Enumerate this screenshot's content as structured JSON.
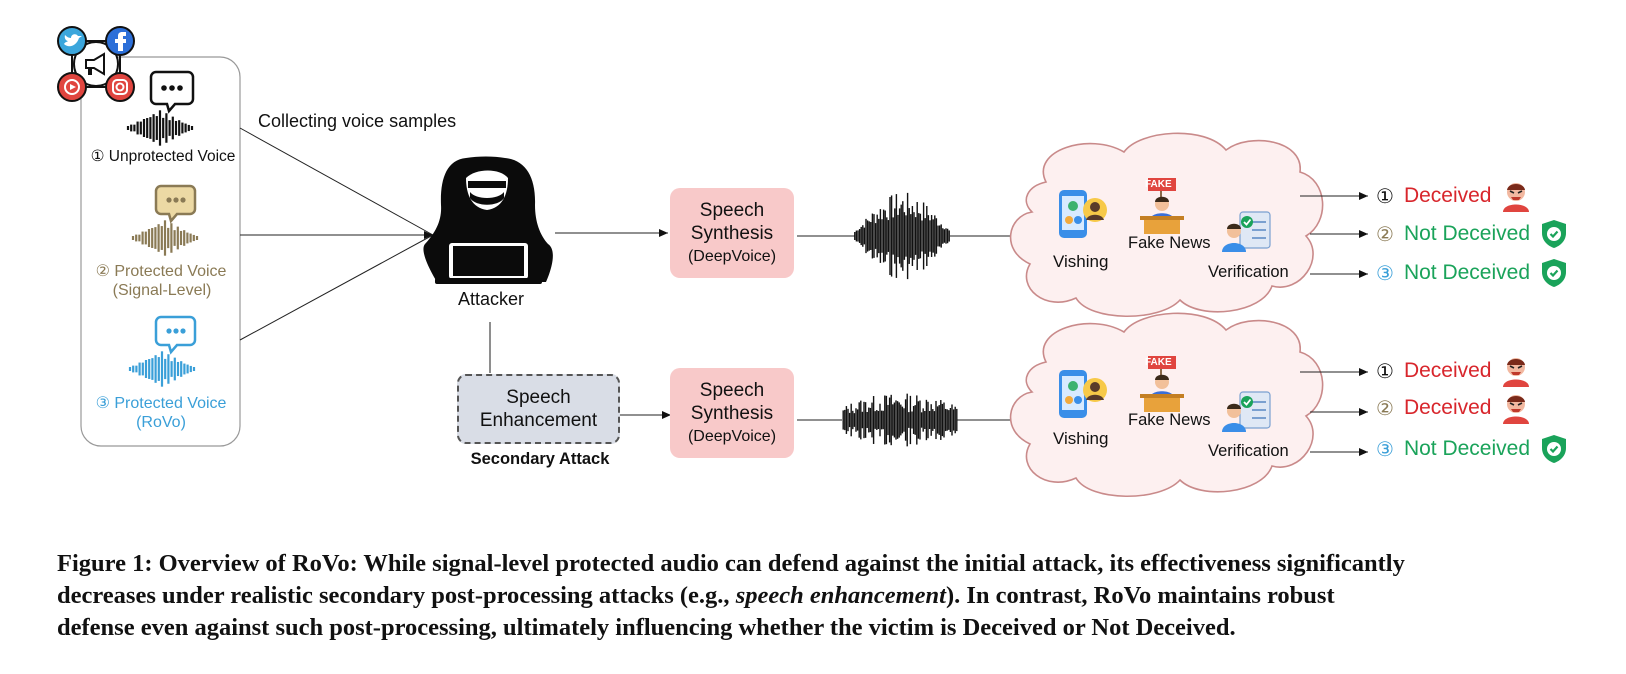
{
  "figure": {
    "collect_label": "Collecting voice samples",
    "attacker_label": "Attacker",
    "voices": [
      {
        "label_line1": "① Unprotected Voice",
        "label_line2": "",
        "color": "#111111"
      },
      {
        "label_line1": "② Protected Voice",
        "label_line2": "(Signal-Level)",
        "color": "#8a7a55"
      },
      {
        "label_line1": "③ Protected Voice",
        "label_line2": "(RoVo)",
        "color": "#3a9fd8"
      }
    ],
    "synthesis": {
      "line1": "Speech",
      "line2": "Synthesis",
      "line3": "(DeepVoice)"
    },
    "enhancement": {
      "line1": "Speech",
      "line2": "Enhancement"
    },
    "secondary_attack_label": "Secondary Attack",
    "scenarios": {
      "vishing": "Vishing",
      "fake_news": "Fake News",
      "verification": "Verification",
      "fake_badge": "FAKE"
    },
    "outcomes_top": [
      {
        "num": "①",
        "text": "Deceived",
        "status": "deceived"
      },
      {
        "num": "②",
        "text": "Not Deceived",
        "status": "safe"
      },
      {
        "num": "③",
        "text": "Not Deceived",
        "status": "safe"
      }
    ],
    "outcomes_bottom": [
      {
        "num": "①",
        "text": "Deceived",
        "status": "deceived"
      },
      {
        "num": "②",
        "text": "Deceived",
        "status": "deceived"
      },
      {
        "num": "③",
        "text": "Not Deceived",
        "status": "safe"
      }
    ],
    "colors": {
      "deceived": "#d8262c",
      "safe": "#1aa35a",
      "synthesis_box": "#f8c9c9",
      "enhancement_box": "#d9dde6",
      "cloud_fill": "#fdf0f0",
      "cloud_stroke": "#c98a8a",
      "twitter": "#3ba6dc",
      "facebook": "#2c6fd8",
      "youtube": "#e0453f",
      "instagram": "#e0453f"
    }
  },
  "caption": {
    "line1": "Figure 1: Overview of RoVo: While signal-level protected audio can defend against the initial attack, its effectiveness significantly",
    "line2_pre": "decreases under realistic secondary post-processing attacks (e.g., ",
    "line2_em": "speech enhancement",
    "line2_post": "). In contrast, RoVo maintains robust",
    "line3": "defense even against such post-processing, ultimately influencing whether the victim is Deceived or Not Deceived."
  }
}
